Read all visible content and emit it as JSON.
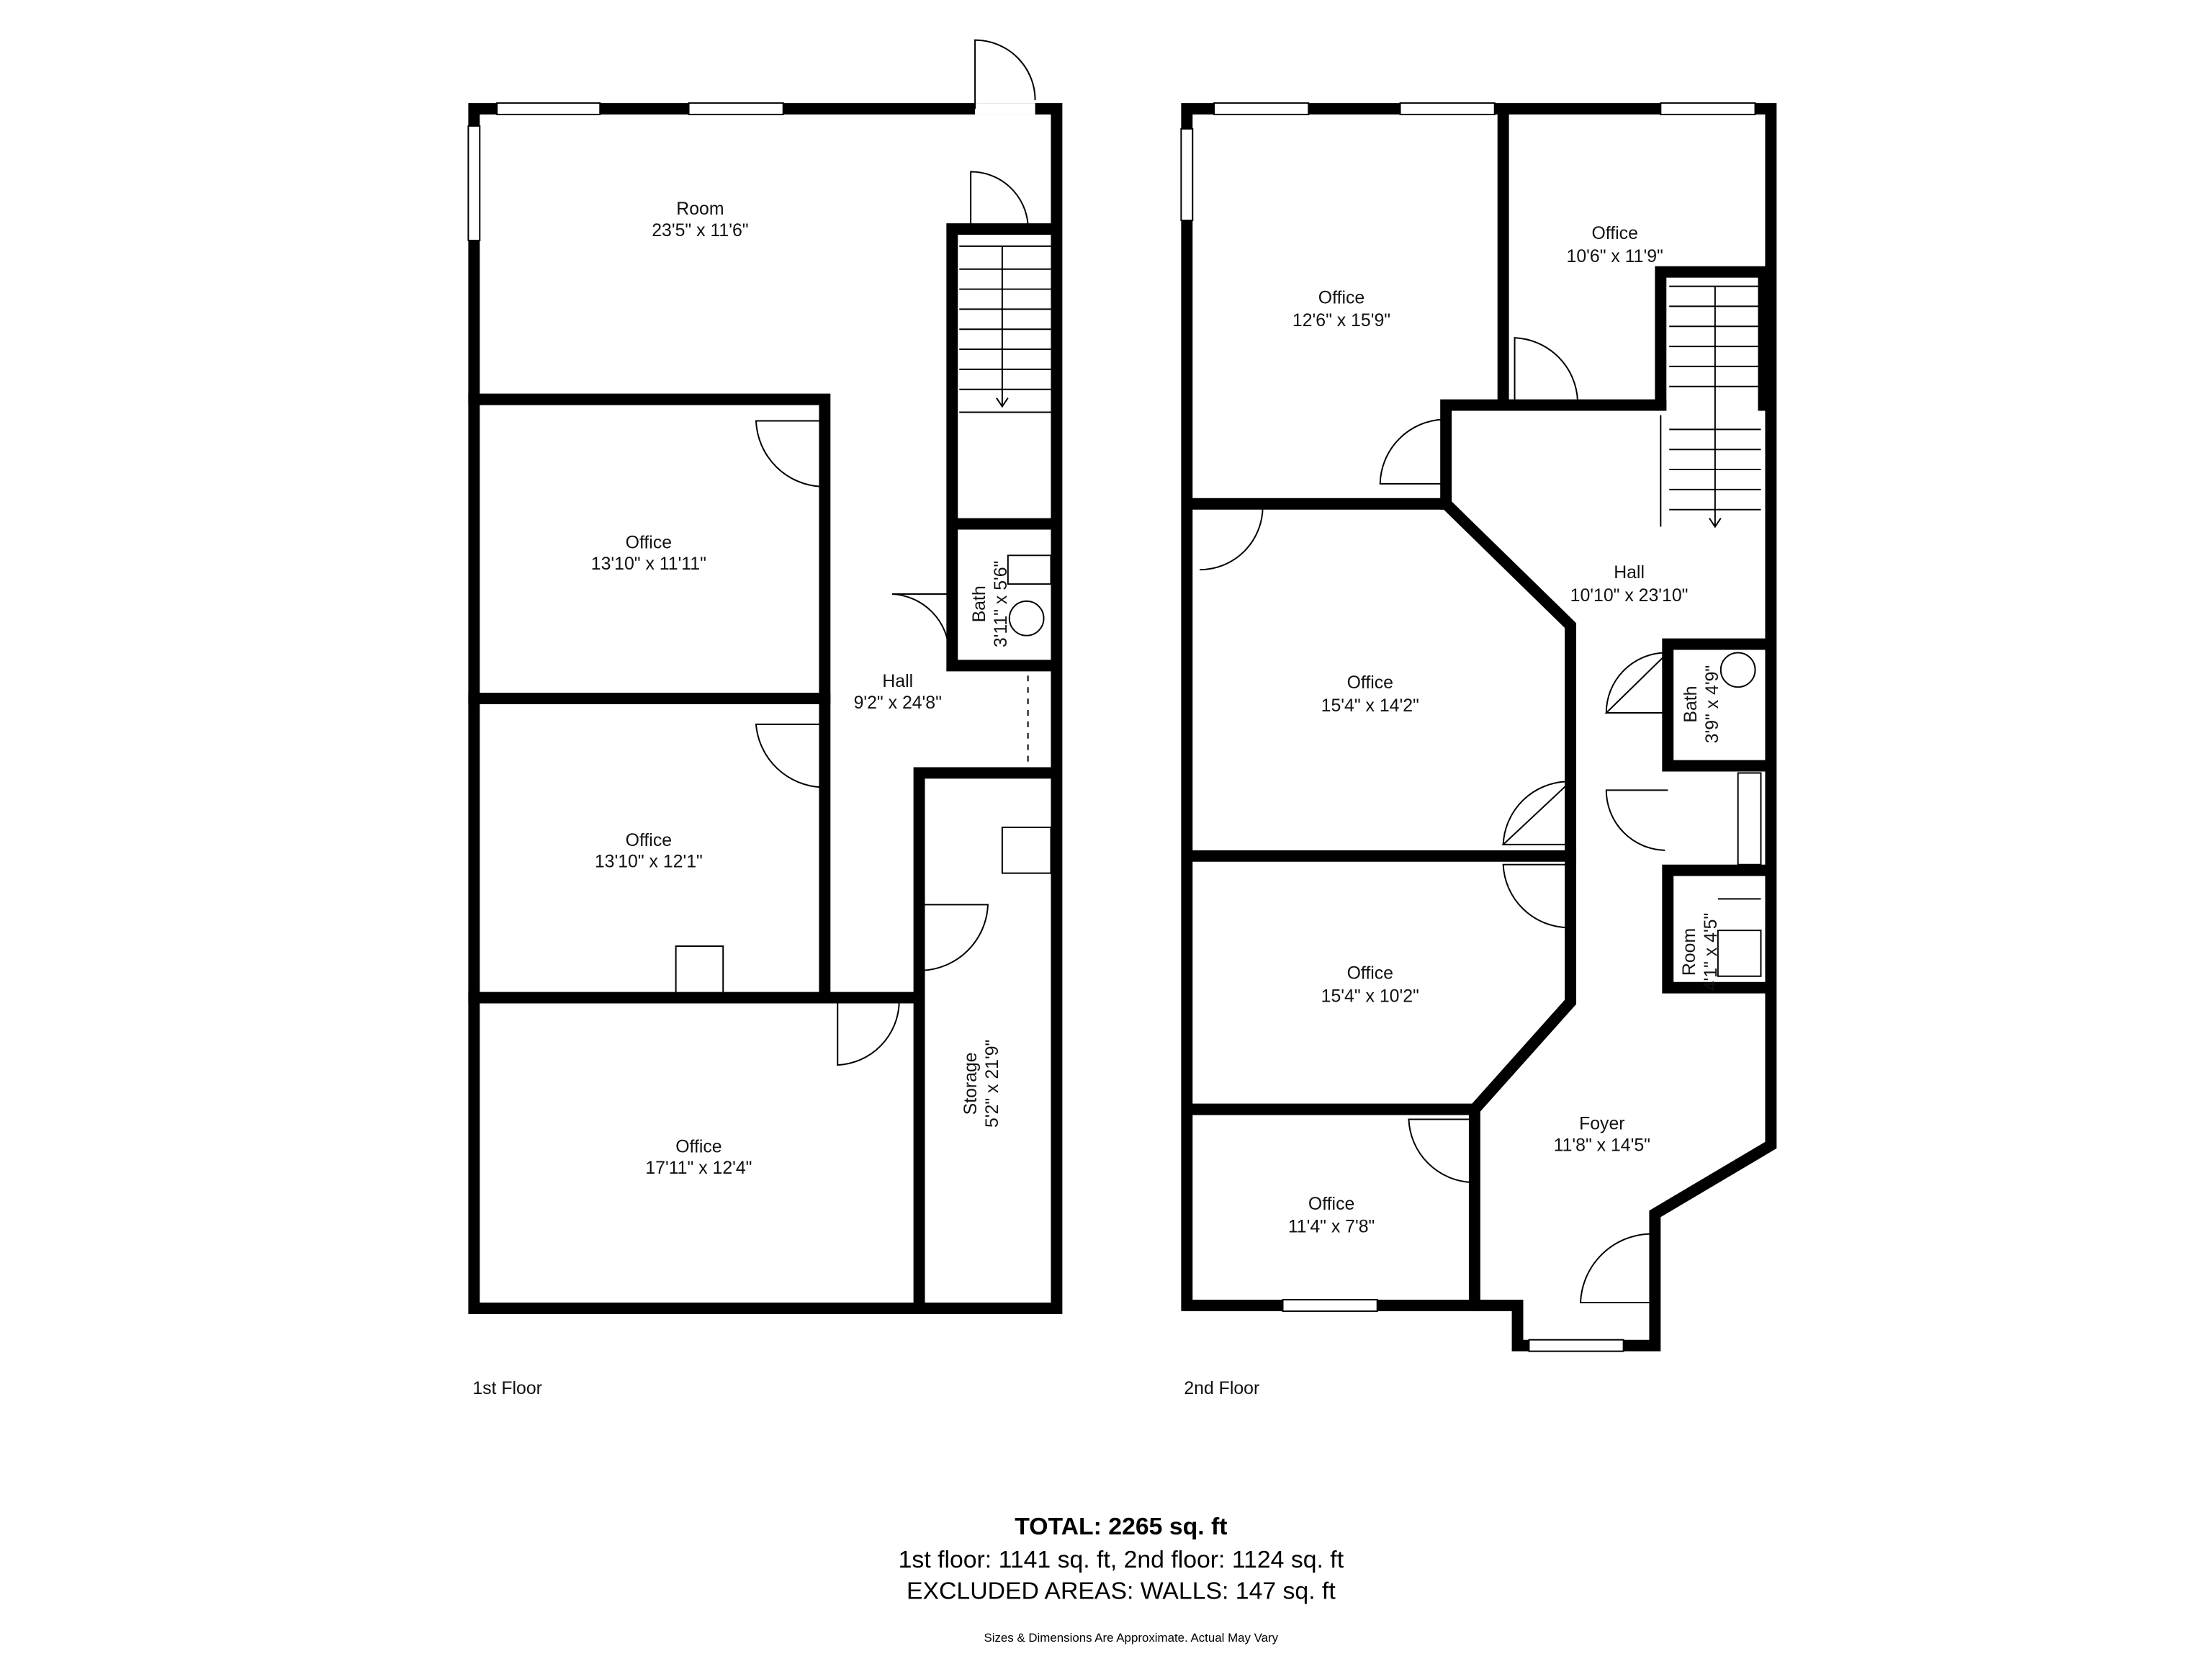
{
  "floors": [
    {
      "label": "1st Floor",
      "rooms": [
        {
          "name": "Room",
          "dims": "23'5\" x 11'6\""
        },
        {
          "name": "Office",
          "dims": "13'10\" x 11'11\""
        },
        {
          "name": "Office",
          "dims": "13'10\" x 12'1\""
        },
        {
          "name": "Office",
          "dims": "17'11\" x 12'4\""
        },
        {
          "name": "Hall",
          "dims": "9'2\" x 24'8\""
        },
        {
          "name": "Bath",
          "dims": "3'11\" x 5'6\""
        },
        {
          "name": "Storage",
          "dims": "5'2\" x 21'9\""
        }
      ]
    },
    {
      "label": "2nd Floor",
      "rooms": [
        {
          "name": "Office",
          "dims": "12'6\" x 15'9\""
        },
        {
          "name": "Office",
          "dims": "10'6\" x 11'9\""
        },
        {
          "name": "Hall",
          "dims": "10'10\" x 23'10\""
        },
        {
          "name": "Office",
          "dims": "15'4\" x 14'2\""
        },
        {
          "name": "Bath",
          "dims": "3'9\" x 4'9\""
        },
        {
          "name": "Office",
          "dims": "15'4\" x 10'2\""
        },
        {
          "name": "Room",
          "dims": "4'1\" x 4'5\""
        },
        {
          "name": "Foyer",
          "dims": "11'8\" x 14'5\""
        },
        {
          "name": "Office",
          "dims": "11'4\" x 7'8\""
        }
      ]
    }
  ],
  "summary": {
    "total": "TOTAL: 2265 sq. ft",
    "breakdown": "1st floor: 1141 sq. ft, 2nd floor: 1124 sq. ft",
    "excluded": "EXCLUDED AREAS: WALLS: 147 sq. ft",
    "disclaimer": "Sizes & Dimensions Are Approximate. Actual May Vary"
  }
}
